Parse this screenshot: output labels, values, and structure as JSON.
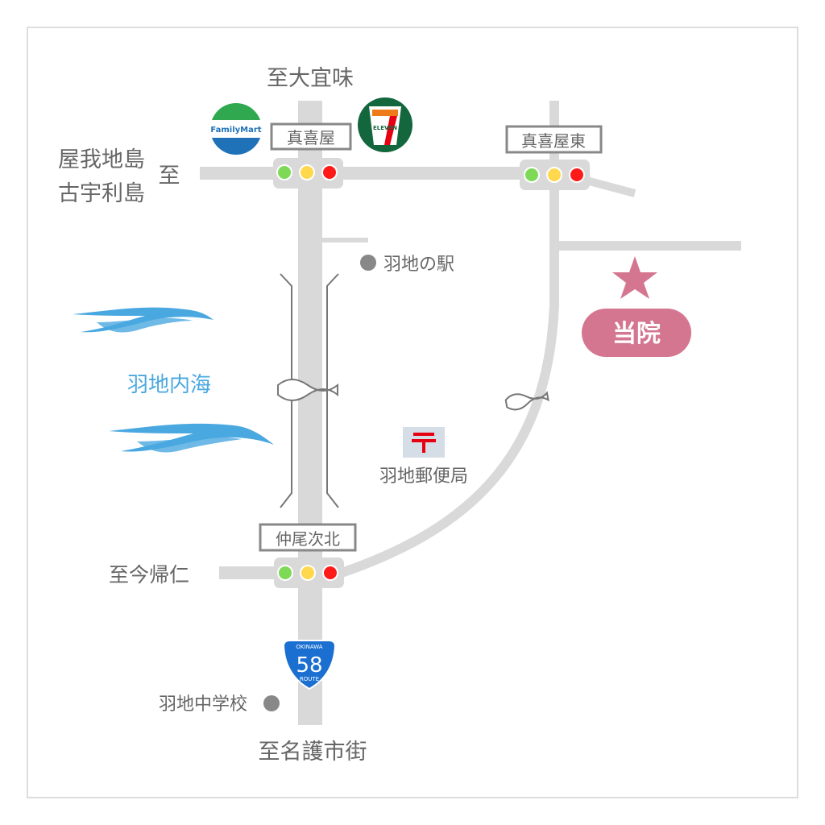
{
  "map": {
    "destinations": {
      "north": "至大宜味",
      "west_line1": "屋我地島",
      "west_line2": "古宇利島",
      "west_prefix": "至",
      "southwest": "至今帰仁",
      "south": "至名護市街"
    },
    "intersections": [
      "真喜屋",
      "真喜屋東",
      "仲尾次北"
    ],
    "landmarks": {
      "station": "羽地の駅",
      "bay": "羽地内海",
      "post_office": "羽地郵便局",
      "school": "羽地中学校"
    },
    "stores": {
      "familymart": "FamilyMart",
      "seven_eleven": "ELEVEN",
      "seven_digit": "7"
    },
    "route_sign": {
      "top": "OKINAWA",
      "number": "58",
      "bottom": "ROUTE"
    },
    "clinic": "当院",
    "colors": {
      "road": "#d9d9d9",
      "text": "#666666",
      "clinic": "#d4768f",
      "water": "#4aa8e0",
      "light_green": "#7ed957",
      "light_yellow": "#ffd84d",
      "light_red": "#ff1a1a"
    }
  }
}
